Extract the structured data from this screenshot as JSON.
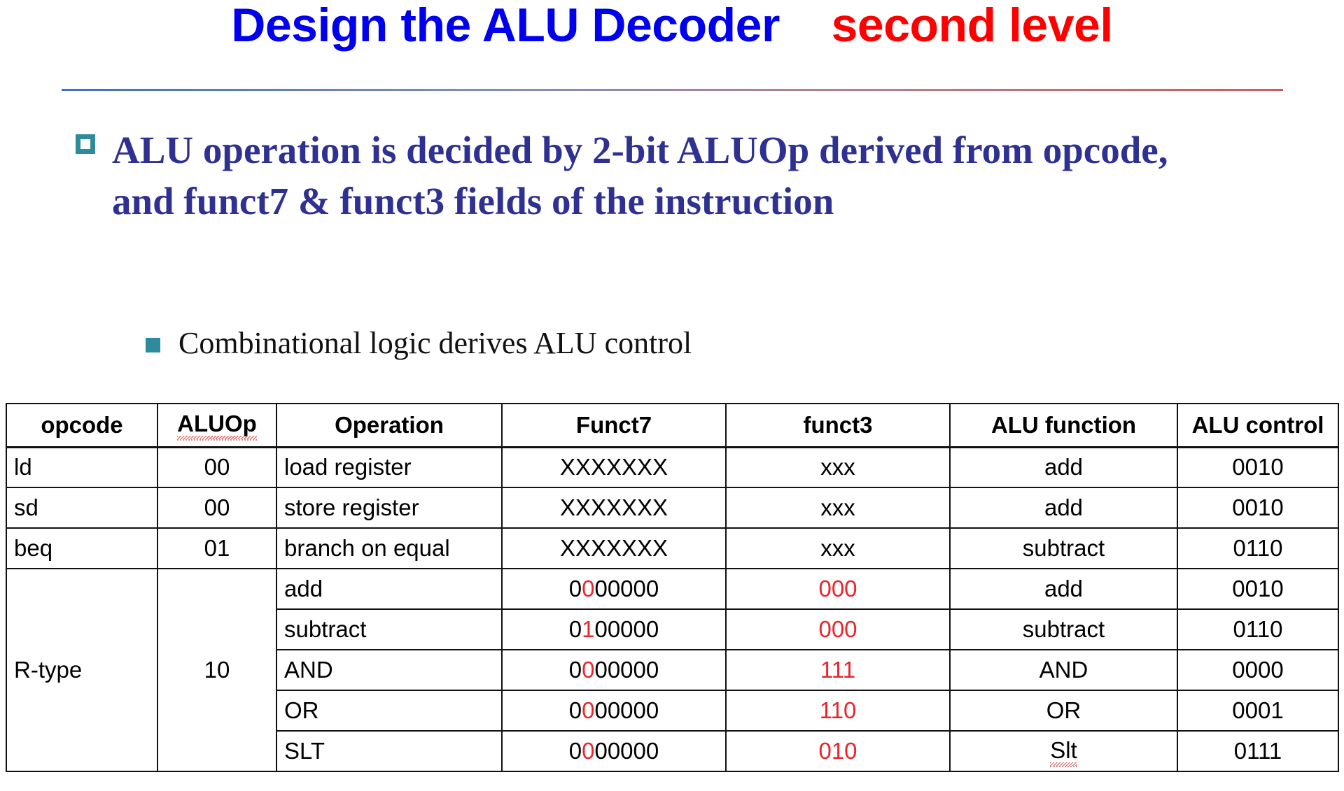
{
  "title": {
    "main": "Design the ALU Decoder",
    "accent": "second level",
    "main_color": "#0000EE",
    "accent_color": "#FF0000"
  },
  "bullets": {
    "level1": "ALU operation is decided by 2-bit ALUOp derived from opcode, and funct7 & funct3 fields of the instruction",
    "level1_color": "#2E3192",
    "level1_marker": "hollow-square-icon",
    "level2": "Combinational logic derives ALU control",
    "level2_color": "#111111",
    "level2_marker": "filled-square-icon",
    "marker_color": "#2E8B9B"
  },
  "table": {
    "headers": [
      "opcode",
      "ALUOp",
      "Operation",
      "Funct7",
      "funct3",
      "ALU function",
      "ALU control"
    ],
    "header_misspelled": [
      "ALUOp"
    ],
    "rows": [
      {
        "opcode": "ld",
        "aluop": "00",
        "operation": "load register",
        "funct7": "XXXXXXX",
        "funct7_red_index": null,
        "funct3": "xxx",
        "funct3_red": false,
        "alu_function": "add",
        "alu_function_misspelled": false,
        "alu_control": "0010"
      },
      {
        "opcode": "sd",
        "aluop": "00",
        "operation": "store register",
        "funct7": "XXXXXXX",
        "funct7_red_index": null,
        "funct3": "xxx",
        "funct3_red": false,
        "alu_function": "add",
        "alu_function_misspelled": false,
        "alu_control": "0010"
      },
      {
        "opcode": "beq",
        "aluop": "01",
        "operation": "branch on equal",
        "funct7": "XXXXXXX",
        "funct7_red_index": null,
        "funct3": "xxx",
        "funct3_red": false,
        "alu_function": "subtract",
        "alu_function_misspelled": false,
        "alu_control": "0110"
      },
      {
        "opcode": "R-type",
        "aluop": "10",
        "rowspan": 5,
        "operation": "add",
        "funct7": "0000000",
        "funct7_red_index": 1,
        "funct3": "000",
        "funct3_red": true,
        "alu_function": "add",
        "alu_function_misspelled": false,
        "alu_control": "0010"
      },
      {
        "operation": "subtract",
        "funct7": "0100000",
        "funct7_red_index": 1,
        "funct3": "000",
        "funct3_red": true,
        "alu_function": "subtract",
        "alu_function_misspelled": false,
        "alu_control": "0110"
      },
      {
        "operation": "AND",
        "funct7": "0000000",
        "funct7_red_index": 1,
        "funct3": "111",
        "funct3_red": true,
        "alu_function": "AND",
        "alu_function_misspelled": false,
        "alu_control": "0000"
      },
      {
        "operation": "OR",
        "funct7": "0000000",
        "funct7_red_index": 1,
        "funct3": "110",
        "funct3_red": true,
        "alu_function": "OR",
        "alu_function_misspelled": false,
        "alu_control": "0001"
      },
      {
        "operation": "SLT",
        "funct7": "0000000",
        "funct7_red_index": 1,
        "funct3": "010",
        "funct3_red": true,
        "alu_function": "Slt",
        "alu_function_misspelled": true,
        "alu_control": "0111"
      }
    ]
  },
  "colors": {
    "accent_red": "#E8262B",
    "bullet_teal": "#2E8B9B",
    "heading_navy": "#2E3192",
    "title_blue": "#0000EE",
    "grid_black": "#111111"
  }
}
